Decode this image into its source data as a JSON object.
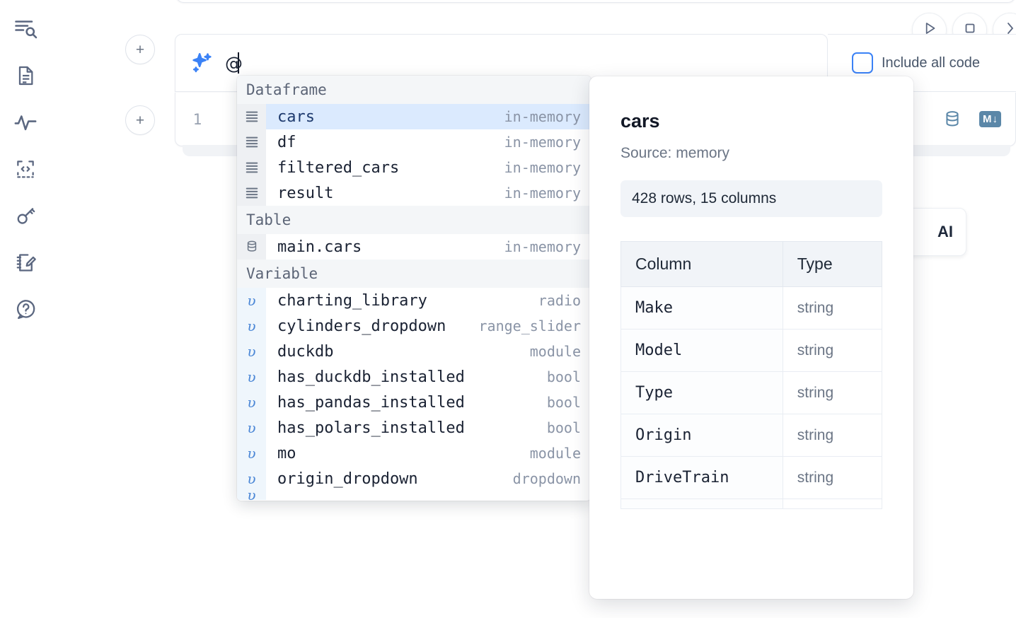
{
  "sidebar": {
    "items": [
      {
        "name": "explore-outline-icon",
        "label": "Explore"
      },
      {
        "name": "document-icon",
        "label": "Notebook"
      },
      {
        "name": "activity-icon",
        "label": "Activity"
      },
      {
        "name": "code-snippet-icon",
        "label": "Snippets"
      },
      {
        "name": "key-icon",
        "label": "Secrets"
      },
      {
        "name": "scratchpad-edit-icon",
        "label": "Scratchpad"
      },
      {
        "name": "help-chat-icon",
        "label": "Help"
      }
    ]
  },
  "toolbar": {
    "add_cell_label": "+",
    "run_label": "run-icon",
    "stop_label": "stop-icon",
    "more_label": "more-icon"
  },
  "ai_cell": {
    "sparkle_icon": "sparkle-icon",
    "input_value": "@",
    "include_all_code_label": "Include all code",
    "include_all_code_checked": false
  },
  "code_cell": {
    "line_number": "1",
    "database_icon": "database-icon",
    "markdown_icon_label": "M",
    "markdown_icon_arrow": "↓"
  },
  "ai_chip": {
    "label": "AI"
  },
  "autocomplete": {
    "sections": [
      {
        "title": "Dataframe",
        "icon": "dataframe-icon",
        "rows": [
          {
            "name": "cars",
            "type": "in-memory",
            "selected": true,
            "icon": "dataframe-icon"
          },
          {
            "name": "df",
            "type": "in-memory",
            "selected": false,
            "icon": "dataframe-icon"
          },
          {
            "name": "filtered_cars",
            "type": "in-memory",
            "selected": false,
            "icon": "dataframe-icon"
          },
          {
            "name": "result",
            "type": "in-memory",
            "selected": false,
            "icon": "dataframe-icon"
          }
        ]
      },
      {
        "title": "Table",
        "icon": "table-icon",
        "rows": [
          {
            "name": "main.cars",
            "type": "in-memory",
            "selected": false,
            "icon": "table-icon"
          }
        ]
      },
      {
        "title": "Variable",
        "icon": "variable-icon",
        "rows": [
          {
            "name": "charting_library",
            "type": "radio",
            "selected": false,
            "icon": "variable-icon"
          },
          {
            "name": "cylinders_dropdown",
            "type": "range_slider",
            "selected": false,
            "icon": "variable-icon"
          },
          {
            "name": "duckdb",
            "type": "module",
            "selected": false,
            "icon": "variable-icon"
          },
          {
            "name": "has_duckdb_installed",
            "type": "bool",
            "selected": false,
            "icon": "variable-icon"
          },
          {
            "name": "has_pandas_installed",
            "type": "bool",
            "selected": false,
            "icon": "variable-icon"
          },
          {
            "name": "has_polars_installed",
            "type": "bool",
            "selected": false,
            "icon": "variable-icon"
          },
          {
            "name": "mo",
            "type": "module",
            "selected": false,
            "icon": "variable-icon"
          },
          {
            "name": "origin_dropdown",
            "type": "dropdown",
            "selected": false,
            "icon": "variable-icon"
          }
        ]
      }
    ]
  },
  "doc_panel": {
    "title": "cars",
    "source": "Source: memory",
    "stats": "428 rows, 15 columns",
    "headers": [
      "Column",
      "Type"
    ],
    "rows": [
      {
        "column": "Make",
        "type": "string"
      },
      {
        "column": "Model",
        "type": "string"
      },
      {
        "column": "Type",
        "type": "string"
      },
      {
        "column": "Origin",
        "type": "string"
      },
      {
        "column": "DriveTrain",
        "type": "string"
      }
    ]
  },
  "colors": {
    "accent_blue": "#3b82f6",
    "selection_blue": "#dbeafe",
    "icon_steel": "#5b87a8",
    "muted_text": "#8a94a6",
    "panel_bg": "#f1f4f8"
  }
}
